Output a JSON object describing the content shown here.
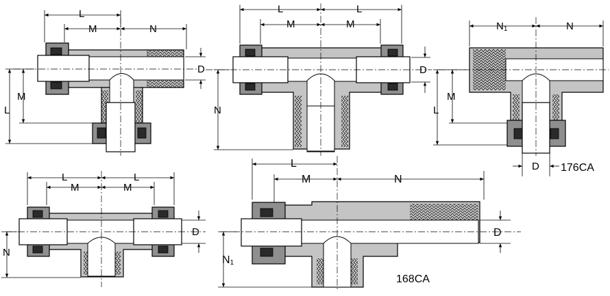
{
  "labels": {
    "L": "L",
    "M": "M",
    "N": "N",
    "N1_main": "N",
    "N1_sub": "1",
    "D": "D"
  },
  "figures": [
    {
      "id": "fig1",
      "labels": [
        "L",
        "M",
        "N",
        "D",
        "L",
        "M"
      ]
    },
    {
      "id": "fig2",
      "labels": [
        "L",
        "L",
        "M",
        "M",
        "D",
        "N"
      ]
    },
    {
      "id": "fig3",
      "labels": [
        "N1",
        "N",
        "D",
        "M",
        "L",
        "D"
      ],
      "caption": "176CA"
    },
    {
      "id": "fig4",
      "labels": [
        "L",
        "L",
        "M",
        "M",
        "D",
        "N"
      ]
    },
    {
      "id": "fig5",
      "labels": [
        "L",
        "M",
        "N",
        "D",
        "N1"
      ],
      "caption": "168CA"
    }
  ],
  "captions": {
    "fig3": "176CA",
    "fig5": "168CA"
  }
}
